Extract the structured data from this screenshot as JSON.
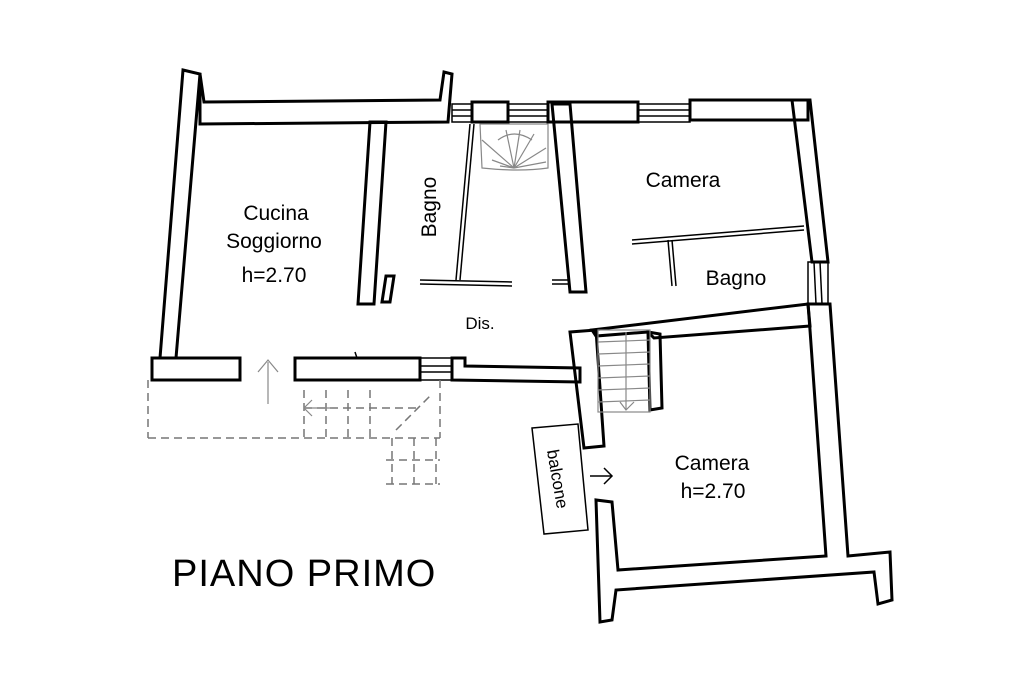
{
  "title": "PIANO PRIMO",
  "rooms": {
    "cucina_line1": "Cucina",
    "cucina_line2": "Soggiorno",
    "cucina_height": "h=2.70",
    "bagno_left": "Bagno",
    "disimpegno": "Dis.",
    "camera_top": "Camera",
    "bagno_right": "Bagno",
    "camera_bottom": "Camera",
    "camera_bottom_height": "h=2.70",
    "balcone": "balcone"
  }
}
